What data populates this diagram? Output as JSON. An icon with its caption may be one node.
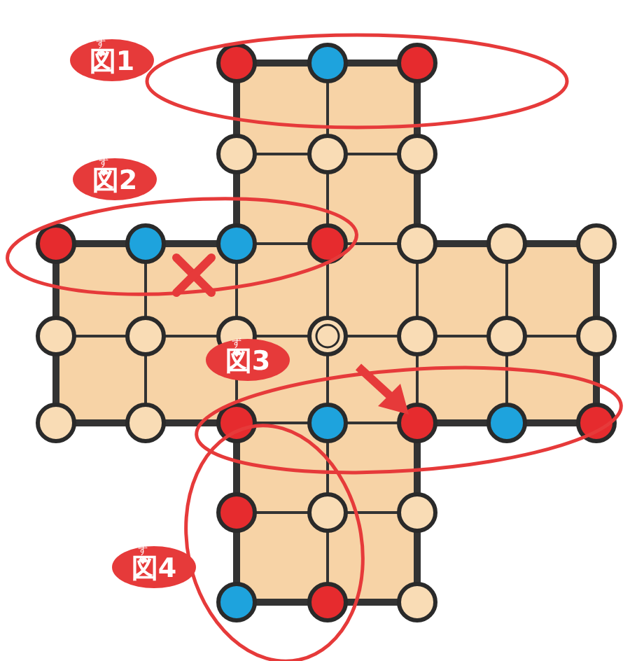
{
  "diagram": {
    "labels": [
      "ず",
      "図1",
      "ず",
      "図2",
      "ず",
      "図3",
      "ず",
      "図4"
    ]
  }
}
